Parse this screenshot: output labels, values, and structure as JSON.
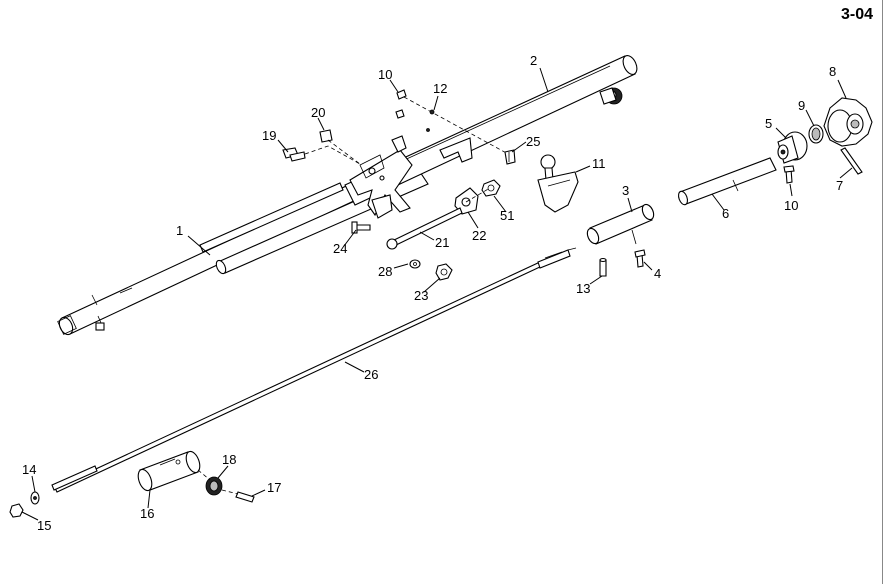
{
  "page_number": "3-04",
  "callouts": {
    "1": "1",
    "2": "2",
    "3": "3",
    "4": "4",
    "5": "5",
    "6": "6",
    "7": "7",
    "8": "8",
    "9": "9",
    "10a": "10",
    "10b": "10",
    "11": "11",
    "12": "12",
    "13": "13",
    "14": "14",
    "15": "15",
    "16": "16",
    "17": "17",
    "18": "18",
    "19": "19",
    "20": "20",
    "21": "21",
    "22": "22",
    "23": "23",
    "24": "24",
    "25": "25",
    "26": "26",
    "28": "28",
    "51": "51"
  }
}
